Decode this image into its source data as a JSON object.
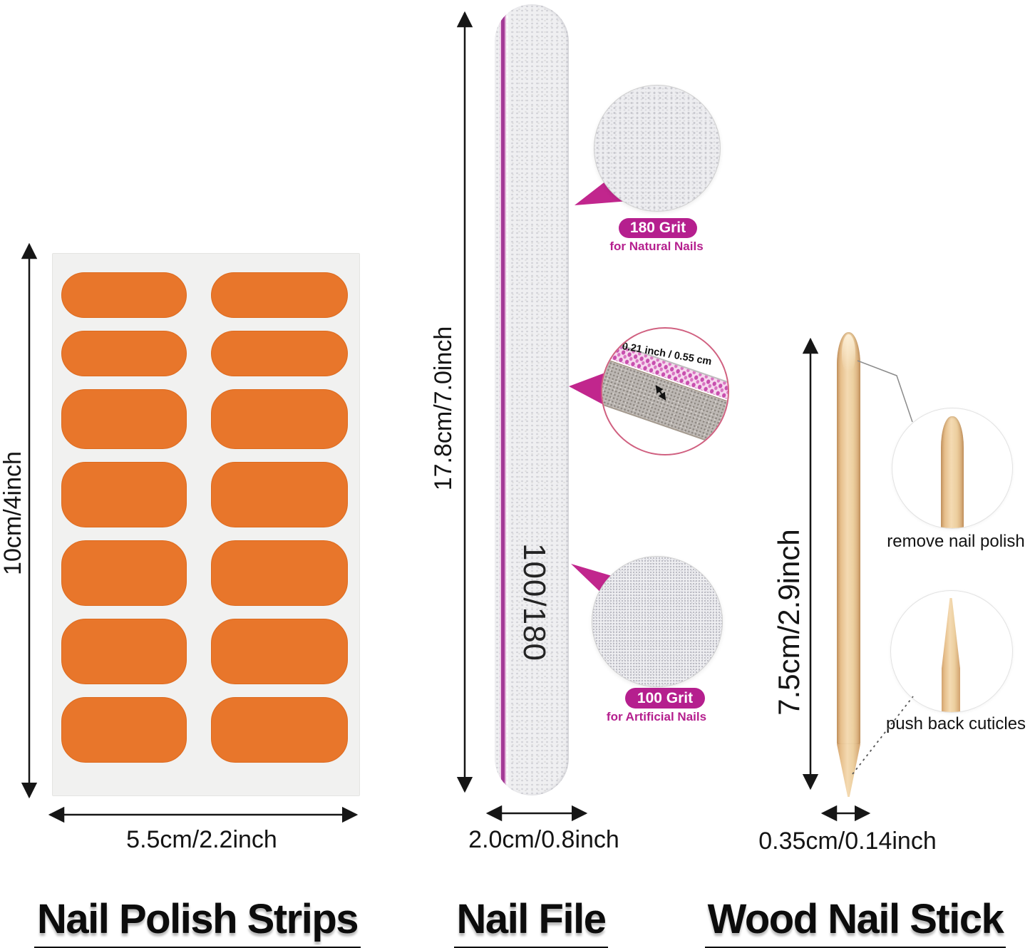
{
  "strips": {
    "title": "Nail Polish Strips",
    "height_label": "10cm/4inch",
    "width_label": "5.5cm/2.2inch",
    "rows": 7,
    "cols": 2,
    "strip_color": "#e8762b"
  },
  "file": {
    "title": "Nail File",
    "height_label": "17.8cm/7.0inch",
    "width_label": "2.0cm/0.8inch",
    "surface_text": "100/180",
    "top_grit": {
      "badge": "180 Grit",
      "caption": "for Natural Nails"
    },
    "thickness_label": "0.21 inch / 0.55 cm",
    "bottom_grit": {
      "badge": "100 Grit",
      "caption": "for Artificial Nails"
    },
    "badge_color": "#b51f8e",
    "edge_stripe_color": "#a43a96",
    "cross_circle_border_color": "#d06080"
  },
  "stick": {
    "title": "Wood Nail Stick",
    "height_label": "7.5cm/2.9inch",
    "width_label": "0.35cm/0.14inch",
    "round_tip_caption": "remove nail polish",
    "pointed_tip_caption": "push back cuticles",
    "wood_color": "#eccf9f"
  }
}
